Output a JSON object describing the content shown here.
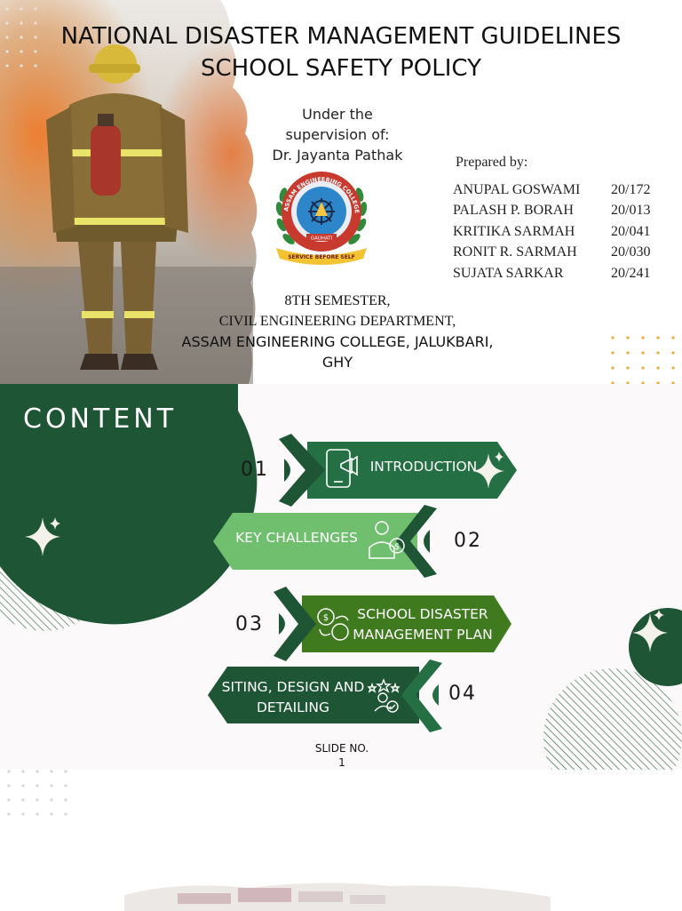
{
  "slide1": {
    "title_line1": "NATIONAL DISASTER MANAGEMENT GUIDELINES",
    "title_line2": "SCHOOL SAFETY POLICY",
    "supervision_line1": "Under the",
    "supervision_line2": "supervision of:",
    "supervisor": "Dr. Jayanta Pathak",
    "prepared_by": "Prepared by:",
    "team": [
      {
        "name": "ANUPAL GOSWAMI",
        "roll": "20/172"
      },
      {
        "name": "PALASH P. BORAH",
        "roll": "20/013"
      },
      {
        "name": "KRITIKA SARMAH",
        "roll": "20/041"
      },
      {
        "name": "RONIT R. SARMAH",
        "roll": "20/030"
      },
      {
        "name": "SUJATA SARKAR",
        "roll": "20/241"
      }
    ],
    "semester": "8TH SEMESTER,",
    "department": "CIVIL ENGINEERING DEPARTMENT,",
    "college": "ASSAM ENGINEERING COLLEGE, JALUKBARI,",
    "city": "GHY",
    "logo": {
      "ring_text": "ASSAM ENGINEERING COLLEGE",
      "city": "GAUHATI",
      "motto": "SERVICE BEFORE SELF"
    }
  },
  "slide2": {
    "heading": "CONTENT",
    "items": [
      {
        "number": "01",
        "label": "INTRODUCTION"
      },
      {
        "number": "02",
        "label": "KEY CHALLENGES"
      },
      {
        "number": "03",
        "label_line1": "SCHOOL DISASTER",
        "label_line2": "MANAGEMENT PLAN"
      },
      {
        "number": "04",
        "label_line1": "SITING, DESIGN AND",
        "label_line2": "DETAILING"
      }
    ],
    "slide_no_label": "SLIDE NO.",
    "slide_no": "1"
  },
  "colors": {
    "dark_green": "#1d5535",
    "medium_green": "#246f44",
    "light_green": "#6fbf6f",
    "olive_green": "#3f7a1f",
    "accent_orange": "#f0a93a"
  }
}
